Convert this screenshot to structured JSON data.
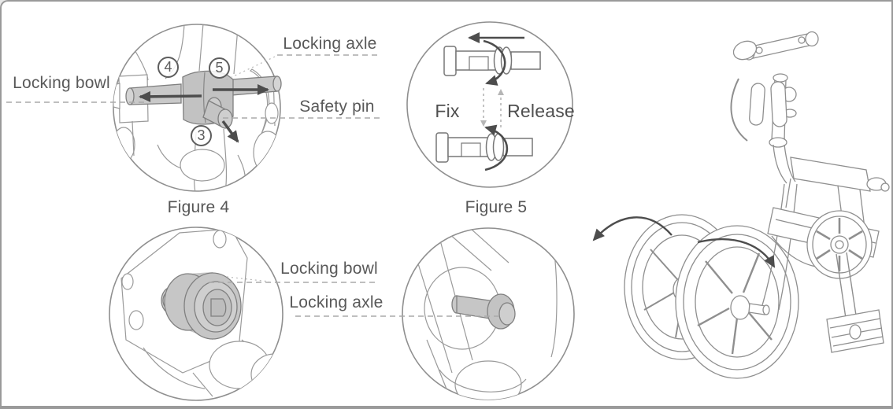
{
  "figure4": {
    "caption": "Figure 4",
    "labels": {
      "locking_bowl": "Locking bowl",
      "locking_axle": "Locking axle",
      "safety_pin": "Safety pin"
    },
    "steps": {
      "pull_left": "4",
      "pull_right": "5",
      "pin": "3"
    }
  },
  "figure5": {
    "caption": "Figure 5",
    "fix_label": "Fix",
    "release_label": "Release"
  },
  "detail_bottom": {
    "locking_bowl_label": "Locking bowl",
    "locking_axle_label": "Locking axle"
  },
  "palette": {
    "line": "#8f8f8f",
    "arrow": "#4d4d4d",
    "gray_fill": "#c6c6c6",
    "text": "#595959",
    "border": "#9a9a9a"
  }
}
